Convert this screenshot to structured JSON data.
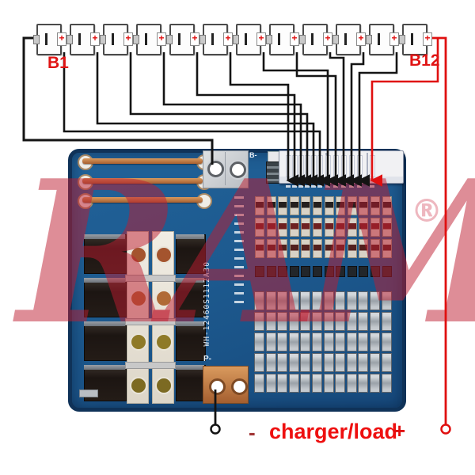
{
  "battery": {
    "count": 12,
    "plus_symbol": "+",
    "labels": {
      "first": "B1",
      "last": "B12"
    }
  },
  "board": {
    "silkscreen_model": "WH-12460S1112A30",
    "bminus_pad_label": "B-",
    "pminus_pad_label": "P-"
  },
  "terminals": {
    "minus": "-",
    "charger": "charger/load",
    "plus": "+"
  },
  "watermark": {
    "text": "RAM",
    "registered": "®"
  },
  "colors": {
    "wire_black": "#141414",
    "wire_red": "#e01010",
    "label_red": "#e01414",
    "board_blue": "#1d5a8f",
    "copper": "#b5713c"
  }
}
